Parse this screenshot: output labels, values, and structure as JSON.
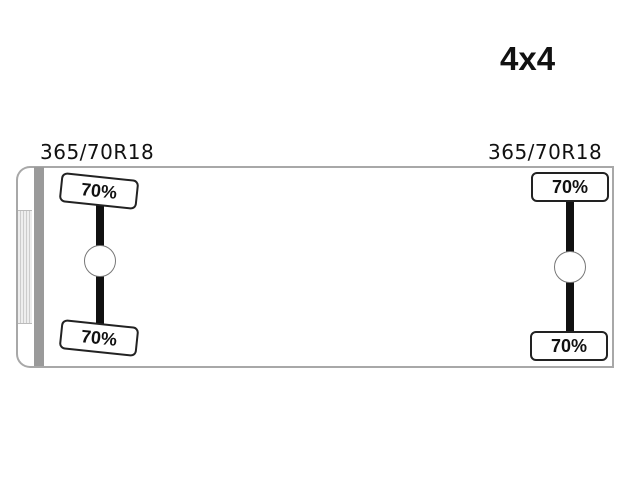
{
  "title": "4x4",
  "axles": [
    {
      "tire_size": "365/70R18",
      "tires": [
        "70%",
        "70%"
      ]
    },
    {
      "tire_size": "365/70R18",
      "tires": [
        "70%",
        "70%"
      ]
    }
  ]
}
